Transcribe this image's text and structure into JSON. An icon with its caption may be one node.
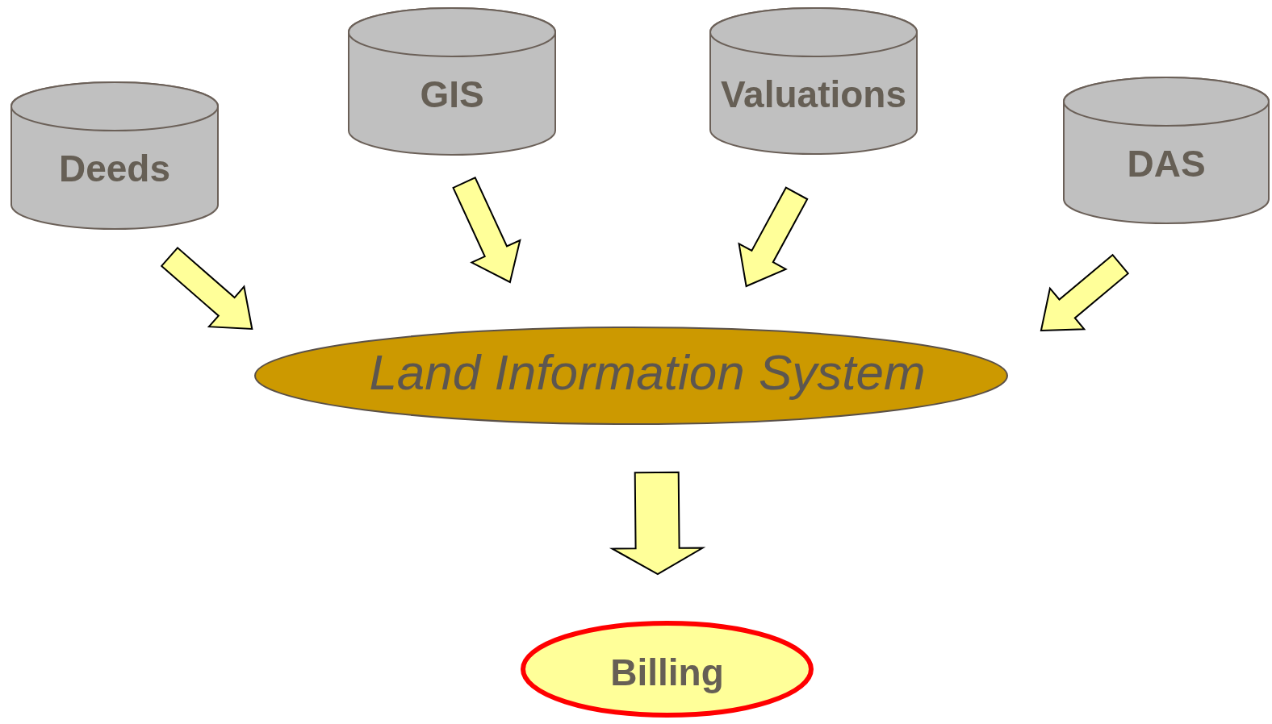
{
  "diagram": {
    "nodes": [
      {
        "text": [
          "Deeds"
        ]
      },
      {
        "text": [
          "GIS"
        ]
      },
      {
        "text": [
          "Valuations"
        ]
      },
      {
        "text": [
          "DAS"
        ]
      },
      {
        "text": [
          "Land Information System"
        ]
      },
      {
        "text": [
          "Billing"
        ]
      }
    ],
    "edges": [
      {
        "from": 0,
        "to": 4,
        "arrow": "to"
      },
      {
        "from": 1,
        "to": 4,
        "arrow": "to"
      },
      {
        "from": 2,
        "to": 4,
        "arrow": "to"
      },
      {
        "from": 3,
        "to": 4,
        "arrow": "to"
      },
      {
        "from": 4,
        "to": 5,
        "arrow": "to",
        "style": "thick"
      }
    ]
  }
}
